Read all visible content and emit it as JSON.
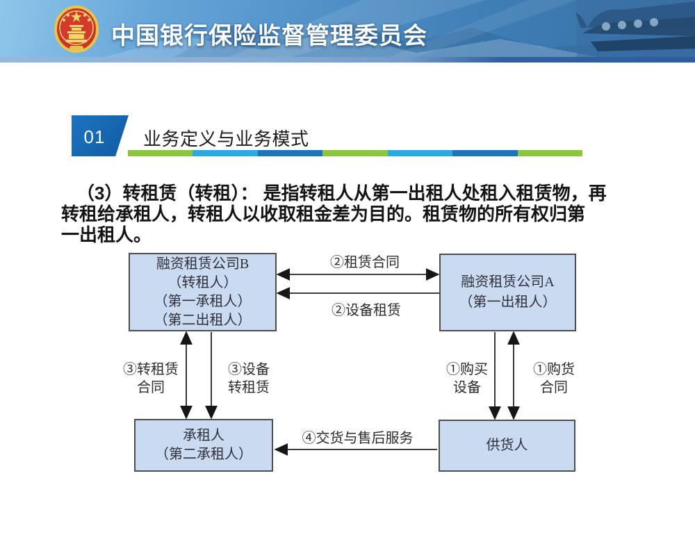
{
  "banner": {
    "title": "中国银行保险监督管理委员会",
    "emblem": "china-national-emblem",
    "right_graphic": "temple-roof-photo"
  },
  "section": {
    "number": "01",
    "title": "业务定义与业务模式"
  },
  "paragraph": {
    "lines": [
      "（3）转租赁（转租）： 是指转租人从第一出租人处租入租赁物，再",
      "转租给承租人，转租人以收取租金差为目的。租赁物的所有权归第",
      "一出租人。"
    ]
  },
  "diagram": {
    "boxes": {
      "company_b": {
        "lines": [
          "融资租赁公司B",
          "（转租人）",
          "（第一承租人）",
          "（第二出租人）"
        ]
      },
      "company_a": {
        "lines": [
          "融资租赁公司A",
          "（第一出租人）"
        ]
      },
      "lessee": {
        "lines": [
          "承租人",
          "（第二承租人）"
        ]
      },
      "supplier": {
        "lines": [
          "供货人"
        ]
      }
    },
    "labels": {
      "lease_contract": "②租赁合同",
      "equipment_lease": "②设备租赁",
      "sublease_contract": {
        "line1": "③转租赁",
        "line2": "合同"
      },
      "equipment_sublease": {
        "line1": "③设备",
        "line2": "转租赁"
      },
      "purchase_equipment": {
        "line1": "①购买",
        "line2": "设备"
      },
      "purchase_contract": {
        "line1": "①购货",
        "line2": "合同"
      },
      "delivery_service": "④交货与售后服务"
    }
  },
  "colors": {
    "banner_blue": "#4f8fc6",
    "strip_light": "#87abd5",
    "strip_dark": "#2e5e9d",
    "badge_blue": "#1260a8",
    "bar_segments": [
      "#8CC63F",
      "#29ABE2",
      "#1B75BC",
      "#8CC63F",
      "#29ABE2",
      "#1B75BC",
      "#8CC63F"
    ],
    "box_fill": "#c9daf1",
    "box_border": "#4d4d4d"
  }
}
